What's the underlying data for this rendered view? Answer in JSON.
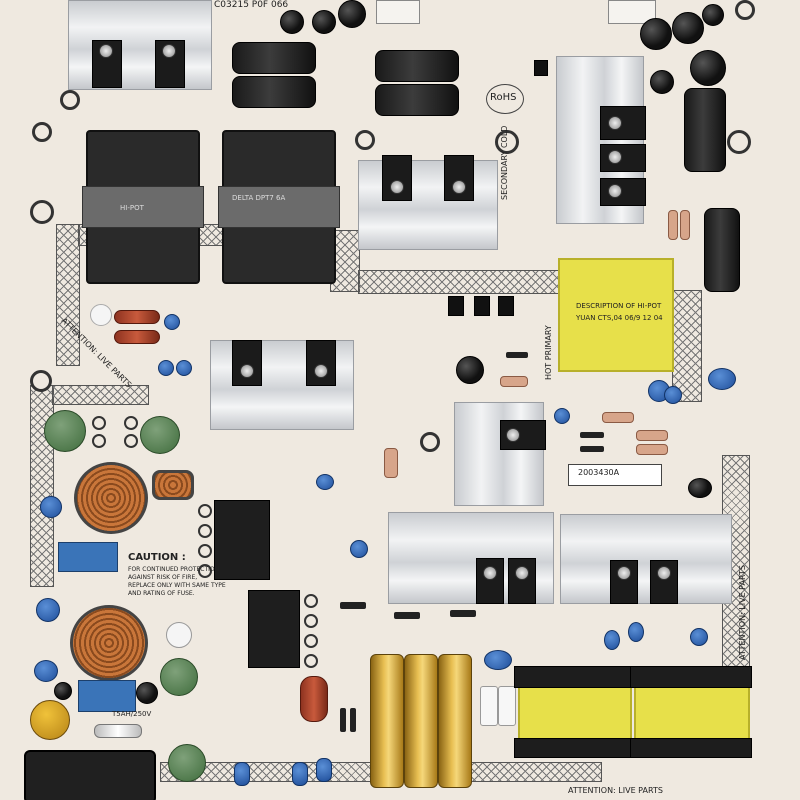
{
  "labels": {
    "rohs": "RoHS",
    "caution_title": "CAUTION :",
    "caution_text_1": "FOR CONTINUED PROTECTION",
    "caution_text_2": "AGAINST RISK OF FIRE,",
    "caution_text_3": "REPLACE ONLY WITH SAME TYPE",
    "caution_text_4": "AND RATING OF FUSE.",
    "attention_left": "ATTENTION: LIVE PARTS",
    "attention_right": "ATTENTION: LIVE PARTS",
    "attention_bottom": "ATTENTION: LIVE PARTS",
    "secondary_cold": "SECONDARY COLD",
    "hot_primary": "HOT PRIMARY",
    "fuse_rating": "T5AH/250V",
    "yellow_transformer_text": "DESCRIPTION OF HI-POT",
    "yellow_transformer_text_2": "YUAN CTS,04 06/9 12 04",
    "black_transformer_text": "DELTA DPT7 6A",
    "black_transformer_text_2": "HI-POT",
    "sticker_text": "2003430A",
    "top_marking": "C03215 P0F 066"
  }
}
